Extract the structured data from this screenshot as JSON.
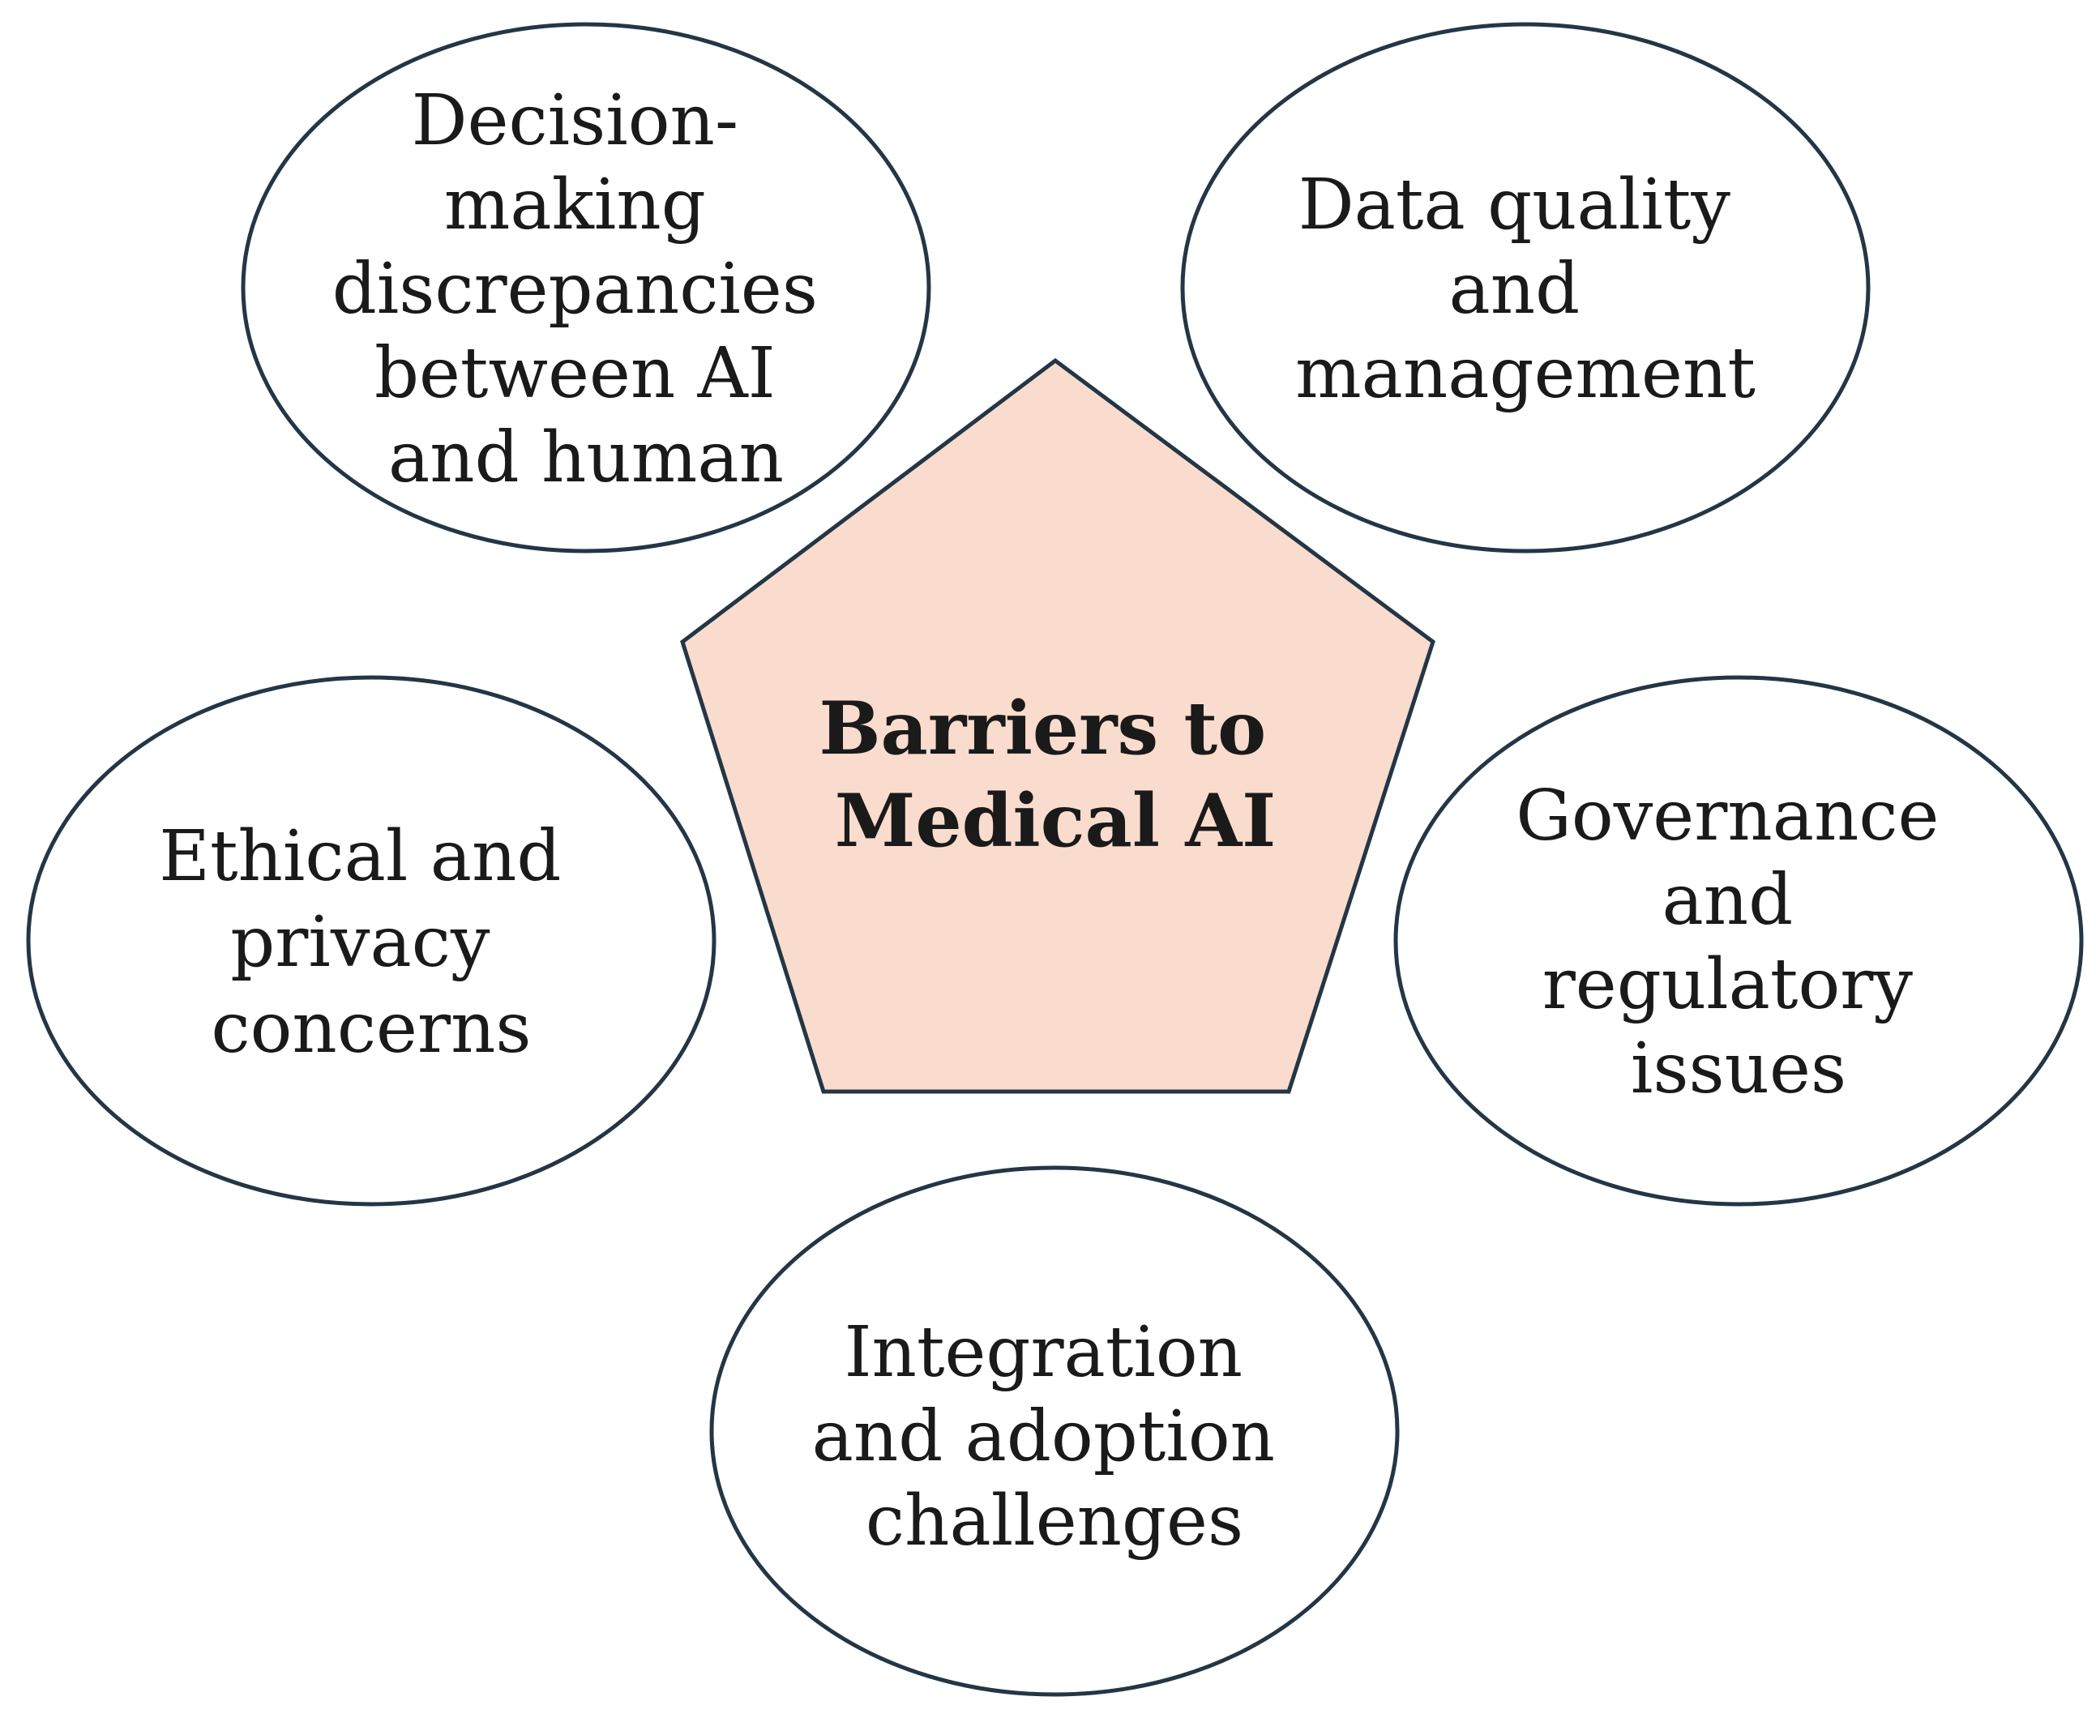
{
  "center": {
    "lines": [
      "Barriers to",
      "Medical AI"
    ],
    "fill": "#f9dccd",
    "stroke": "#243645"
  },
  "nodes": [
    {
      "id": "decision-making",
      "lines": [
        "Decision-",
        "making",
        "discrepancies",
        "between AI",
        "and human"
      ]
    },
    {
      "id": "data-quality",
      "lines": [
        "Data quality",
        "and",
        "management"
      ]
    },
    {
      "id": "ethical-privacy",
      "lines": [
        "Ethical and",
        "privacy",
        "concerns"
      ]
    },
    {
      "id": "governance",
      "lines": [
        "Governance",
        "and",
        "regulatory",
        "issues"
      ]
    },
    {
      "id": "integration",
      "lines": [
        "Integration",
        "and adoption",
        "challenges"
      ]
    }
  ],
  "colors": {
    "ellipse_stroke": "#243645",
    "ellipse_fill": "#ffffff",
    "text": "#1a1a1a"
  }
}
